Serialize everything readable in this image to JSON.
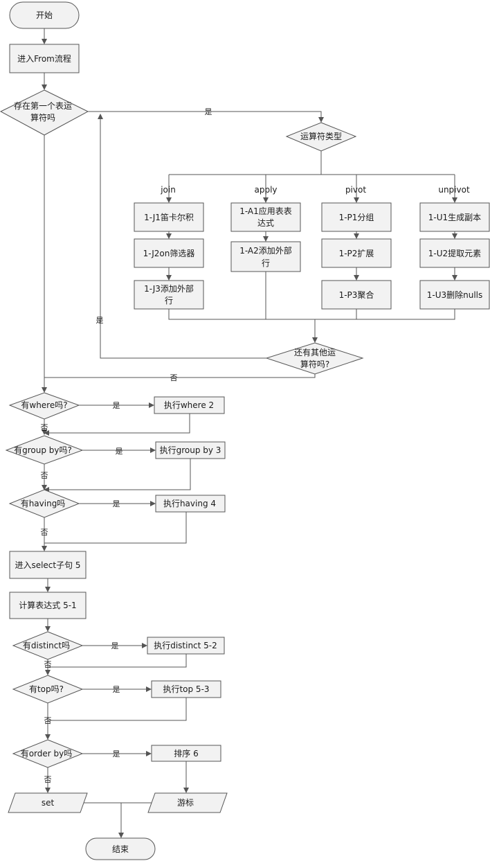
{
  "nodes": {
    "start": "开始",
    "enter_from": "进入From流程",
    "has_first_op": [
      "存在第一个表运",
      "算符吗"
    ],
    "op_type": "运算符类型",
    "j1": "1-J1笛卡尔积",
    "j2": "1-J2on筛选器",
    "j3": [
      "1-J3添加外部",
      "行"
    ],
    "a1": [
      "1-A1应用表表",
      "达式"
    ],
    "a2": [
      "1-A2添加外部",
      "行"
    ],
    "p1": "1-P1分组",
    "p2": "1-P2扩展",
    "p3": "1-P3聚合",
    "u1": "1-U1生成副本",
    "u2": "1-U2提取元素",
    "u3": "1-U3删除nulls",
    "more_ops": [
      "还有其他运",
      "算符吗?"
    ],
    "has_where": "有where吗?",
    "exec_where": "执行where 2",
    "has_group": "有group  by吗?",
    "exec_group": "执行group by 3",
    "has_having": "有having吗",
    "exec_having": "执行having 4",
    "enter_select": "进入select子句 5",
    "calc_expr": "计算表达式 5-1",
    "has_distinct": "有distinct吗",
    "exec_distinct": "执行distinct 5-2",
    "has_top": "有top吗?",
    "exec_top": "执行top 5-3",
    "has_order": "有order  by吗",
    "sort": "排序 6",
    "set": "set",
    "cursor": "游标",
    "end": "结束"
  },
  "branches": {
    "join": "join",
    "apply": "apply",
    "pivot": "pivot",
    "unpivot": "unpivot"
  },
  "edge_labels": {
    "yes": "是",
    "no": "否"
  }
}
